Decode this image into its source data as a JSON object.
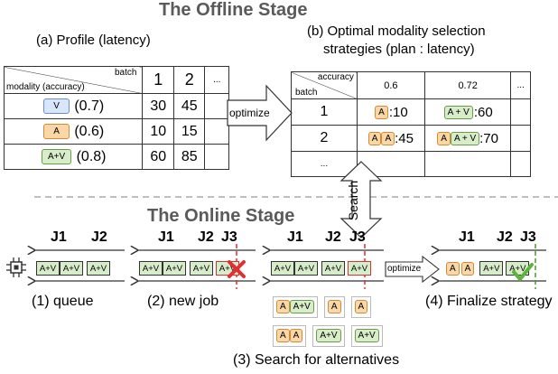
{
  "offline": {
    "title": "The Offline Stage",
    "profile_caption": "(a) Profile (latency)",
    "profile": {
      "header_batch": "batch",
      "header_modality": "modality (accuracy)",
      "cols": [
        "1",
        "2",
        "..."
      ],
      "rows": [
        {
          "chip": "V",
          "accuracy": "(0.7)",
          "values": [
            "30",
            "45"
          ]
        },
        {
          "chip": "A",
          "accuracy": "(0.6)",
          "values": [
            "10",
            "15"
          ]
        },
        {
          "chip": "A+V",
          "accuracy": "(0.8)",
          "values": [
            "60",
            "85"
          ]
        }
      ]
    },
    "optimize_label": "optimize",
    "strategies_caption_1": "(b) Optimal modality selection",
    "strategies_caption_2": "strategies (plan : latency)",
    "strategies": {
      "header_accuracy": "accuracy",
      "header_batch": "batch",
      "cols": [
        "0.6",
        "0.72",
        "..."
      ],
      "rows": [
        {
          "batch": "1",
          "c1_chips": [
            "A"
          ],
          "c1_val": ":10",
          "c2_chips": [
            "A + V"
          ],
          "c2_val": ":60"
        },
        {
          "batch": "2",
          "c1_chips": [
            "A",
            "A"
          ],
          "c1_val": ":45",
          "c2_chips": [
            "A",
            "A + V"
          ],
          "c2_val": ":70"
        },
        {
          "batch": "..."
        }
      ]
    },
    "search_label": "Search"
  },
  "online": {
    "title": "The Online Stage",
    "job_labels": [
      "J1",
      "J2",
      "J3"
    ],
    "box_label": "A+V",
    "chip_a": "A",
    "captions": [
      "(1) queue",
      "(2) new job",
      "(3) Search for alternatives",
      "(4) Finalize strategy"
    ],
    "optimize_label": "optimize",
    "alternatives": [
      [
        "A",
        "A+V"
      ],
      [
        "A"
      ],
      [
        "A"
      ],
      [
        "A",
        "A"
      ],
      [
        "A+V"
      ],
      [
        "A+V"
      ]
    ]
  },
  "colors": {
    "green": "#d7ecc9",
    "orange": "#fbd7a8",
    "blue": "#d8e6fb",
    "red": "#e03030",
    "check": "#5fb33a",
    "dash_green": "#4a9a2a"
  }
}
